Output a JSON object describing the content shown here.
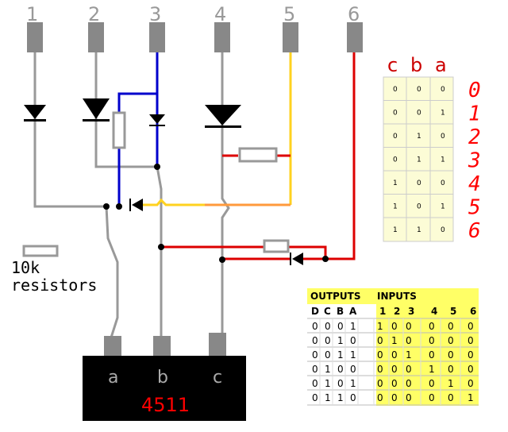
{
  "pins": [
    "1",
    "2",
    "3",
    "4",
    "5",
    "6"
  ],
  "seg_table": {
    "headers": [
      "c",
      "b",
      "a"
    ],
    "rows": [
      {
        "bits": [
          "0",
          "0",
          "0"
        ],
        "digit": "0"
      },
      {
        "bits": [
          "0",
          "0",
          "1"
        ],
        "digit": "1"
      },
      {
        "bits": [
          "0",
          "1",
          "0"
        ],
        "digit": "2"
      },
      {
        "bits": [
          "0",
          "1",
          "1"
        ],
        "digit": "3"
      },
      {
        "bits": [
          "1",
          "0",
          "0"
        ],
        "digit": "4"
      },
      {
        "bits": [
          "1",
          "0",
          "1"
        ],
        "digit": "5"
      },
      {
        "bits": [
          "1",
          "1",
          "0"
        ],
        "digit": "6"
      }
    ]
  },
  "resistor_note": {
    "line1": "10k",
    "line2": "resistors"
  },
  "chip": {
    "name": "4511",
    "pins": [
      "a",
      "b",
      "c"
    ]
  },
  "io_table": {
    "group_outputs": "OUTPUTS",
    "group_inputs": "INPUTS",
    "headers": [
      "D",
      "C",
      "B",
      "A",
      "1",
      "2",
      "3",
      "4",
      "5",
      "6"
    ],
    "rows": [
      [
        "0",
        "0",
        "0",
        "1",
        "1",
        "0",
        "0",
        "0",
        "0",
        "0"
      ],
      [
        "0",
        "0",
        "1",
        "0",
        "0",
        "1",
        "0",
        "0",
        "0",
        "0"
      ],
      [
        "0",
        "0",
        "1",
        "1",
        "0",
        "0",
        "1",
        "0",
        "0",
        "0"
      ],
      [
        "0",
        "1",
        "0",
        "0",
        "0",
        "0",
        "0",
        "1",
        "0",
        "0"
      ],
      [
        "0",
        "1",
        "0",
        "1",
        "0",
        "0",
        "0",
        "0",
        "1",
        "0"
      ],
      [
        "0",
        "1",
        "1",
        "0",
        "0",
        "0",
        "0",
        "0",
        "0",
        "1"
      ]
    ]
  },
  "colors": {
    "wire_gray": "#999999",
    "wire_blue": "#0000cc",
    "wire_red": "#dd0000",
    "wire_yellow": "#ffd21f",
    "wire_orange": "#ff9a3c",
    "table_yellow": "#ffff66",
    "chip": "#000000"
  }
}
